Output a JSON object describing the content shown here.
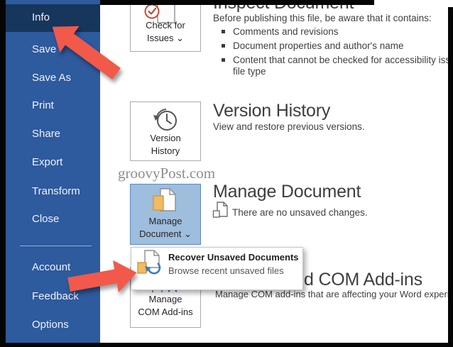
{
  "colors": {
    "sidebar": "#2e5a9e",
    "sidebar_selected": "#16365c",
    "arrow": "#f2594a",
    "selected_button_bg": "#9fbddd",
    "orange_icon": "#f1bb63",
    "red_icon": "#c5472e",
    "blue_icon": "#3f7ac0"
  },
  "sidebar": {
    "items": [
      {
        "label": "Info",
        "selected": true
      },
      {
        "label": "Save"
      },
      {
        "label": "Save As"
      },
      {
        "label": "Print"
      },
      {
        "label": "Share"
      },
      {
        "label": "Export"
      },
      {
        "label": "Transform"
      },
      {
        "label": "Close"
      },
      {
        "label": "Account"
      },
      {
        "label": "Feedback"
      },
      {
        "label": "Options"
      }
    ]
  },
  "inspect": {
    "button_line1": "Check for",
    "button_line2": "Issues ⌄",
    "title": "Inspect Document",
    "intro": "Before publishing this file, be aware that it contains:",
    "bullet1": "Comments and revisions",
    "bullet2": "Document properties and author's name",
    "bullet3_line1": "Content that cannot be checked for accessibility issues bec",
    "bullet3_line2": "file type"
  },
  "version": {
    "button_line1": "Version",
    "button_line2": "History",
    "title": "Version History",
    "subtitle": "View and restore previous versions."
  },
  "watermark": "groovyPost.com",
  "manage_document": {
    "button_line1": "Manage",
    "button_line2": "Document ⌄",
    "title": "Manage Document",
    "status": "There are no unsaved changes."
  },
  "dropdown": {
    "title": "Recover Unsaved Documents",
    "subtitle": "Browse recent unsaved files"
  },
  "com_addins": {
    "button_line1": "Manage",
    "button_line2": "COM Add-ins",
    "title_visible": "d COM Add-ins",
    "subtitle": "Manage COM add-ins that are affecting your Word experience."
  }
}
